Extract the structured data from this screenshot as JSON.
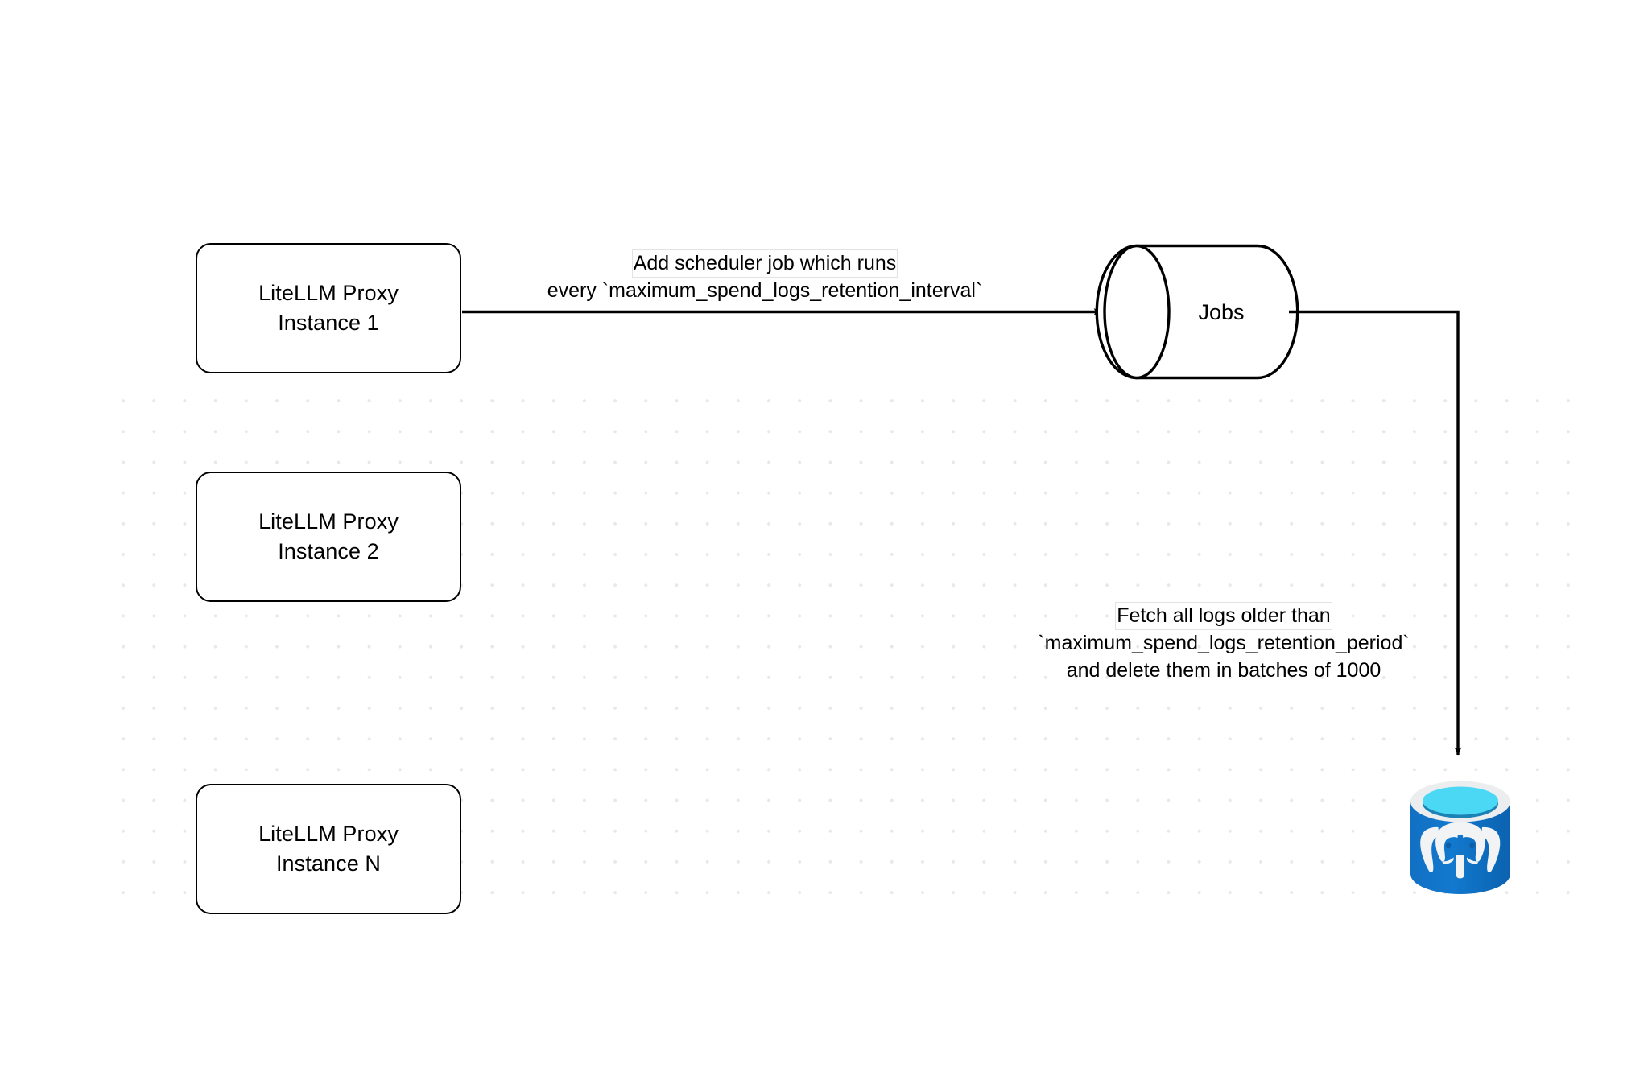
{
  "diagram": {
    "title": "LiteLLM spend logs retention scheduler flow",
    "background_color": "#ffffff",
    "grid_dot_color": "#e8e8ea",
    "stroke_color": "#000000"
  },
  "nodes": {
    "proxy_instances": [
      {
        "id": "instance-1",
        "line1": "LiteLLM Proxy",
        "line2": "Instance 1"
      },
      {
        "id": "instance-2",
        "line1": "LiteLLM Proxy",
        "line2": "Instance 2"
      },
      {
        "id": "instance-n",
        "line1": "LiteLLM Proxy",
        "line2": "Instance N"
      }
    ],
    "jobs_queue": {
      "label": "Jobs",
      "shape": "cylinder-horizontal"
    },
    "database": {
      "label": "postgresql-database-icon",
      "shape": "cylinder-vertical",
      "body_color": "#1274C8",
      "body_dark_color": "#0C5FAE",
      "rim_color": "#ECEDEE",
      "top_color": "#4BD8F5",
      "top_shadow_color": "#1C82B6",
      "logo_color": "#F2F3F4"
    }
  },
  "edges": [
    {
      "id": "edge-scheduler",
      "from": "instance-1",
      "to": "jobs_queue",
      "label_lines": [
        "Add scheduler job which runs",
        "every `maximum_spend_logs_retention_interval`"
      ],
      "highlighted_line_index": 0
    },
    {
      "id": "edge-fetch-delete",
      "from": "jobs_queue",
      "to": "database",
      "label_lines": [
        "Fetch all logs older than",
        "`maximum_spend_logs_retention_period`",
        "and delete them in batches of 1000"
      ],
      "highlighted_line_index": 0
    }
  ]
}
